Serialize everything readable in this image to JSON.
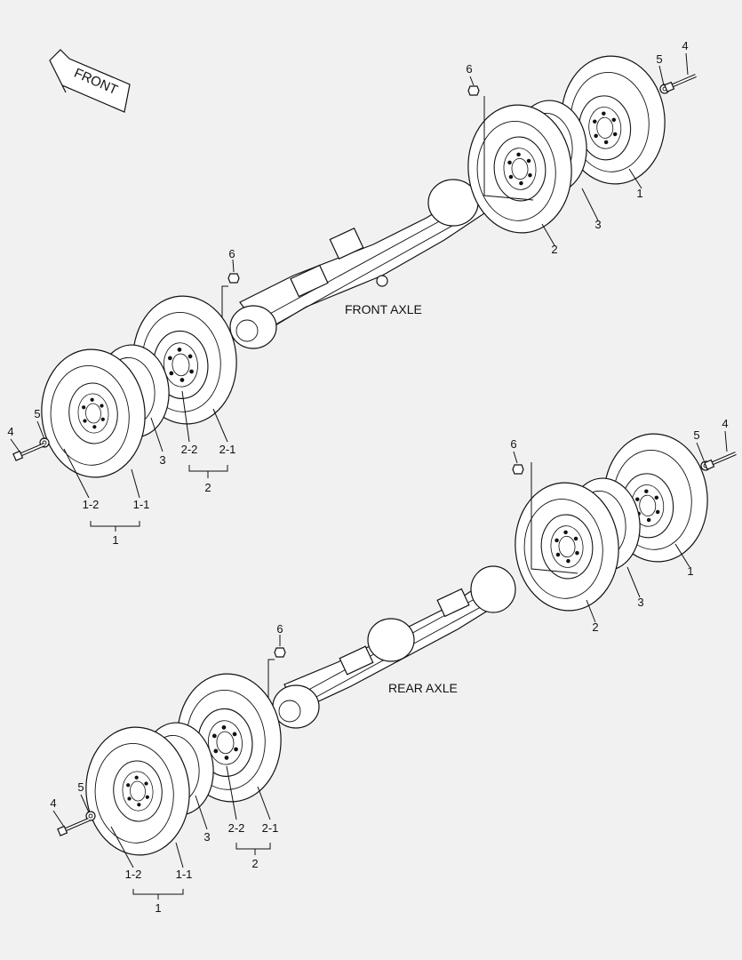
{
  "direction": {
    "label": "FRONT"
  },
  "sections": {
    "front_axle": "FRONT AXLE",
    "rear_axle": "REAR AXLE"
  },
  "callouts": {
    "f_r4": "4",
    "f_r5": "5",
    "f_r6": "6",
    "f_r1": "1",
    "f_r3": "3",
    "f_r2": "2",
    "f_c6": "6",
    "f_l4": "4",
    "f_l5": "5",
    "f_l3": "3",
    "f_l22": "2-2",
    "f_l21": "2-1",
    "f_l2": "2",
    "f_l12": "1-2",
    "f_l11": "1-1",
    "f_l1": "1",
    "r_r6": "6",
    "r_r5": "5",
    "r_r4": "4",
    "r_r1": "1",
    "r_r3": "3",
    "r_r2": "2",
    "r_c6": "6",
    "r_l5": "5",
    "r_l4": "4",
    "r_l3": "3",
    "r_l22": "2-2",
    "r_l21": "2-1",
    "r_l2": "2",
    "r_l12": "1-2",
    "r_l11": "1-1",
    "r_l1": "1"
  }
}
